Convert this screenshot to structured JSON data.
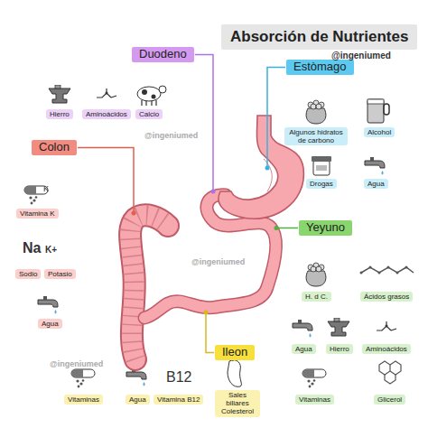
{
  "diagram": {
    "title": "Absorción de Nutrientes",
    "nodes": [
      {
        "text": [
          "Duodeno"
        ]
      },
      {
        "text": [
          "Estòmago"
        ]
      },
      {
        "text": [
          "Hierro"
        ]
      },
      {
        "text": [
          "Aminoácidos"
        ]
      },
      {
        "text": [
          "Calcio"
        ]
      },
      {
        "text": [
          "Algunos hidratos de carbono"
        ]
      },
      {
        "text": [
          "Alcohol"
        ]
      },
      {
        "text": [
          "Colon"
        ]
      },
      {
        "text": [
          "Drogas"
        ]
      },
      {
        "text": [
          "Agua"
        ]
      },
      {
        "text": [
          "Vitamina K"
        ]
      },
      {
        "text": [
          "Yeyuno"
        ]
      },
      {
        "text": [
          "H. d C."
        ]
      },
      {
        "text": [
          "Ácidos grasos"
        ]
      },
      {
        "text": [
          "Sodio"
        ]
      },
      {
        "text": [
          "Potasio"
        ]
      },
      {
        "text": [
          "Agua"
        ]
      },
      {
        "text": [
          "Agua"
        ]
      },
      {
        "text": [
          "Hierro"
        ]
      },
      {
        "text": [
          "Aminoácidos"
        ]
      },
      {
        "text": [
          "Ileon"
        ]
      },
      {
        "text": [
          "Vitaminas"
        ]
      },
      {
        "text": [
          "Glicerol"
        ]
      },
      {
        "text": [
          "Vitaminas"
        ]
      },
      {
        "text": [
          "Agua"
        ]
      },
      {
        "text": [
          "Vitamina B12"
        ]
      },
      {
        "text": [
          "Sales biliares Colesterol"
        ]
      }
    ],
    "labels": [
      "@ingeniumed",
      "@ingeniumed",
      "@ingeniumed",
      "@ingeniumed",
      "K",
      "Na",
      "K+",
      "B12"
    ]
  }
}
